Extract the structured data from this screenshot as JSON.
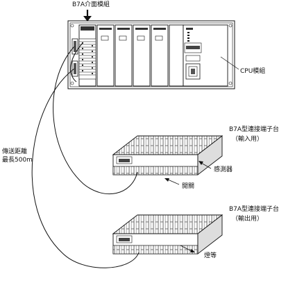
{
  "labels": {
    "b7a_interface": "B7A介面模組",
    "cpu_module": "CPU模組",
    "distance_line1": "傳送距離",
    "distance_line2": "最長500m",
    "input_terminal_line1": "B7A型連接端子台",
    "input_terminal_line2": "（輸入用）",
    "sensor": "感測器",
    "switch": "開關",
    "output_terminal_line1": "B7A型連接端子台",
    "output_terminal_line2": "（輸出用）",
    "lamp": "燈等"
  }
}
